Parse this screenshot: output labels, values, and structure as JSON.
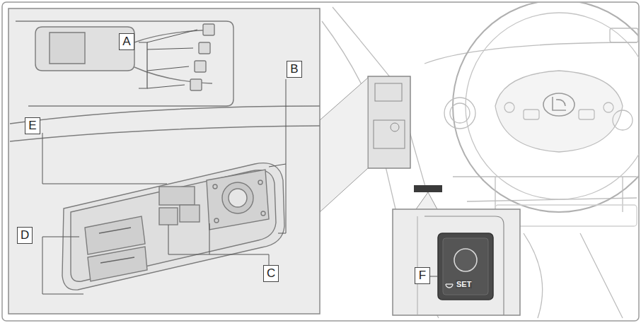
{
  "diagram": {
    "labels": [
      "A",
      "B",
      "C",
      "D",
      "E",
      "F",
      "SET"
    ]
  }
}
